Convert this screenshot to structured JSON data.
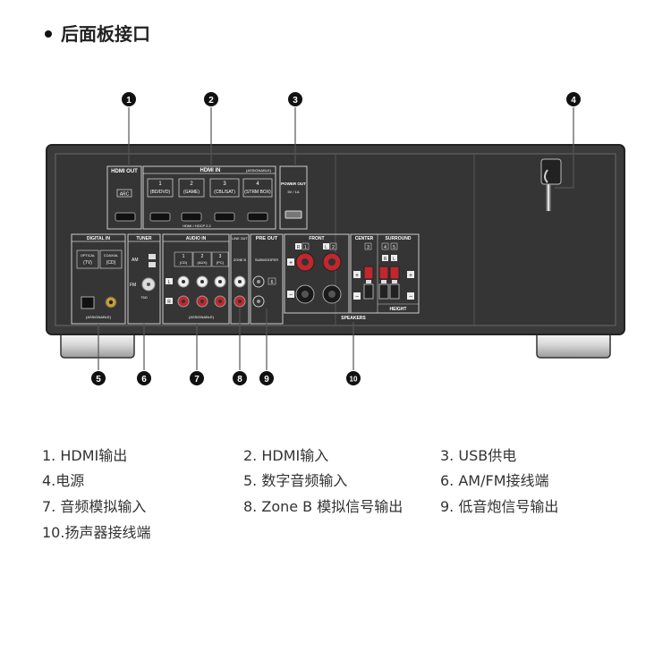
{
  "section_title": "后面板接口",
  "labels": {
    "hdmi_out": "HDMI OUT",
    "arc": "ARC",
    "hdmi_in": "HDMI IN",
    "assignable": "(ASSIGNABLE)",
    "hdmi_inputs": [
      {
        "num": "1",
        "name": "(BD/DVD)"
      },
      {
        "num": "2",
        "name": "(GAME)"
      },
      {
        "num": "3",
        "name": "(CBL/SAT)"
      },
      {
        "num": "4",
        "name": "(STRM BOX)"
      }
    ],
    "hdcp": "HDMI / HDCP 2.2",
    "power_out": "POWER OUT",
    "power_rating": "5V / 1A",
    "digital_in": "DIGITAL IN",
    "optical": "OPTICAL",
    "optical_tv": "(TV)",
    "coaxial": "COAXIAL",
    "coaxial_cd": "(CD)",
    "tuner": "TUNER",
    "am": "AM",
    "fm": "FM",
    "fm_ohm": "75Ω",
    "audio_in": "AUDIO IN",
    "audio_inputs": [
      {
        "num": "1",
        "name": "(CD)"
      },
      {
        "num": "2",
        "name": "(AUX)"
      },
      {
        "num": "3",
        "name": "(PC)"
      }
    ],
    "line_out": "LINE OUT",
    "zone_b": "ZONE B",
    "pre_out": "PRE OUT",
    "subwoofer": "SUBWOOFER",
    "sub_num": "6",
    "l": "L",
    "r": "R",
    "front": "FRONT",
    "front_r": "R",
    "front_r_num": "1",
    "front_l": "L",
    "front_l_num": "2",
    "center": "CENTER",
    "center_num": "3",
    "surround": "SURROUND",
    "surround_4": "4",
    "surround_5": "5",
    "plus": "+",
    "minus": "−",
    "height": "HEIGHT",
    "speakers": "SPEAKERS"
  },
  "callouts": [
    "1",
    "2",
    "3",
    "4",
    "5",
    "6",
    "7",
    "8",
    "9",
    "10"
  ],
  "legend": [
    "1. HDMI输出",
    "2. HDMI输入",
    "3. USB供电",
    "4.电源",
    "5. 数字音频输入",
    "6. AM/FM接线端",
    "7. 音频模拟输入",
    "8. Zone B 模拟信号输出",
    "9. 低音炮信号输出",
    "10.扬声器接线端"
  ],
  "colors": {
    "chassis": "#3a3a3a",
    "panel_line": "#cfcfcf",
    "red_terminal": "#c0282d",
    "gold": "#c8a030"
  }
}
